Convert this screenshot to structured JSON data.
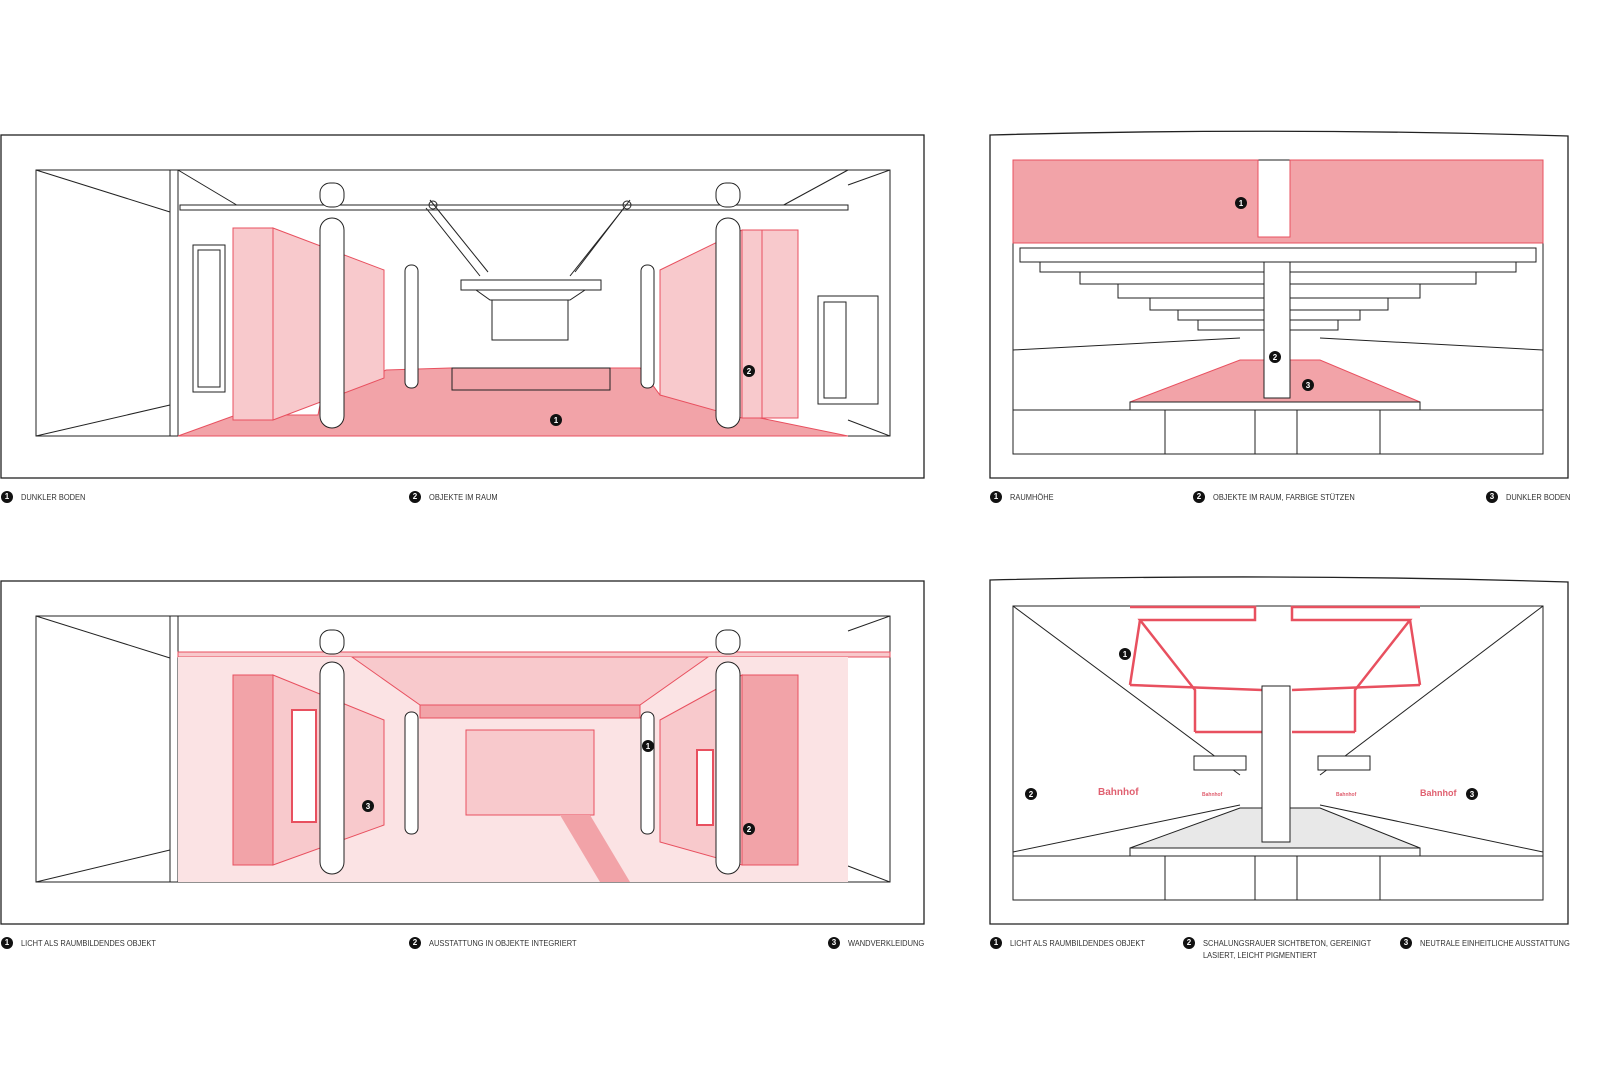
{
  "panels": [
    {
      "captions": [
        {
          "num": "1",
          "text": "DUNKLER BODEN"
        },
        {
          "num": "2",
          "text": "OBJEKTE IM RAUM"
        }
      ],
      "markers": [
        "1",
        "2"
      ]
    },
    {
      "captions": [
        {
          "num": "1",
          "text": "RAUMHÖHE"
        },
        {
          "num": "2",
          "text": "OBJEKTE IM RAUM, FARBIGE STÜTZEN"
        },
        {
          "num": "3",
          "text": "DUNKLER BODEN"
        }
      ],
      "markers": [
        "1",
        "2",
        "3"
      ]
    },
    {
      "captions": [
        {
          "num": "1",
          "text": "LICHT ALS RAUMBILDENDES OBJEKT"
        },
        {
          "num": "2",
          "text": "AUSSTATTUNG IN OBJEKTE INTEGRIERT"
        },
        {
          "num": "3",
          "text": "WANDVERKLEIDUNG"
        }
      ],
      "markers": [
        "1",
        "2",
        "3"
      ]
    },
    {
      "captions": [
        {
          "num": "1",
          "text": "LICHT ALS RAUMBILDENDES OBJEKT"
        },
        {
          "num": "2",
          "text": "SCHALUNGSRAUER SICHTBETON, GEREINIGT",
          "text2": "LASIERT, LEICHT PIGMENTIERT"
        },
        {
          "num": "3",
          "text": "NEUTRALE EINHEITLICHE AUSSTATTUNG"
        }
      ],
      "markers": [
        "1",
        "2",
        "3"
      ],
      "signs": [
        "Bahnhof",
        "Bahnhof",
        "Bahnhof",
        "Bahnhof"
      ]
    }
  ],
  "colors": {
    "accent": "#e8505f",
    "fill_dark": "#f2a3a8",
    "fill_light": "#f8c9cc",
    "line": "#222222"
  }
}
